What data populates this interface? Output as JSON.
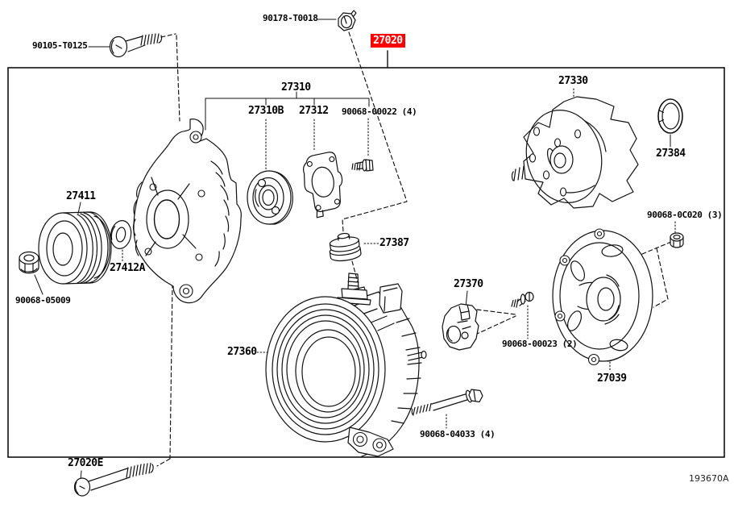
{
  "diagram": {
    "figure_code": "193670A",
    "highlighted_part": "27020",
    "highlight_bg": "#ff0000",
    "highlight_text_color": "#ffffff",
    "line_color": "#000000",
    "background": "#ffffff"
  },
  "parts": {
    "p90105": "90105-T0125",
    "p90178": "90178-T0018",
    "p27020": "27020",
    "p27310": "27310",
    "p27310b": "27310B",
    "p27312": "27312",
    "p90068_00022": "90068-00022 (4)",
    "p27330": "27330",
    "p27384": "27384",
    "p90068_0c020": "90068-0C020 (3)",
    "p27411": "27411",
    "p27412a": "27412A",
    "p90068_05009": "90068-05009",
    "p27387": "27387",
    "p27370": "27370",
    "p90068_00023": "90068-00023 (2)",
    "p27360": "27360",
    "p27039": "27039",
    "p90068_04033": "90068-04033 (4)",
    "p27020e": "27020E"
  }
}
